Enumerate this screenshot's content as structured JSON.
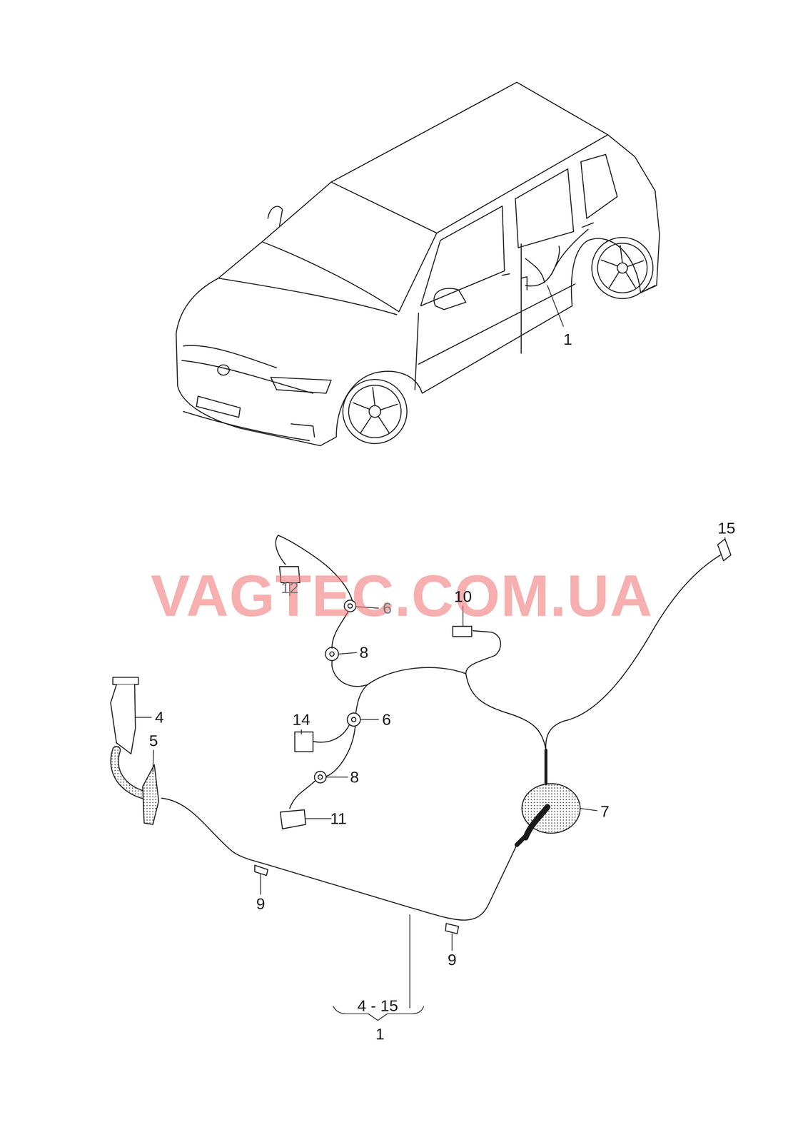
{
  "diagram": {
    "labels": [
      "1",
      "VAGTEC.COM.UA",
      "12",
      "6",
      "10",
      "15",
      "8",
      "4",
      "14",
      "6",
      "5",
      "8",
      "7",
      "11",
      "9",
      "9",
      "4 - 15",
      "1"
    ]
  }
}
